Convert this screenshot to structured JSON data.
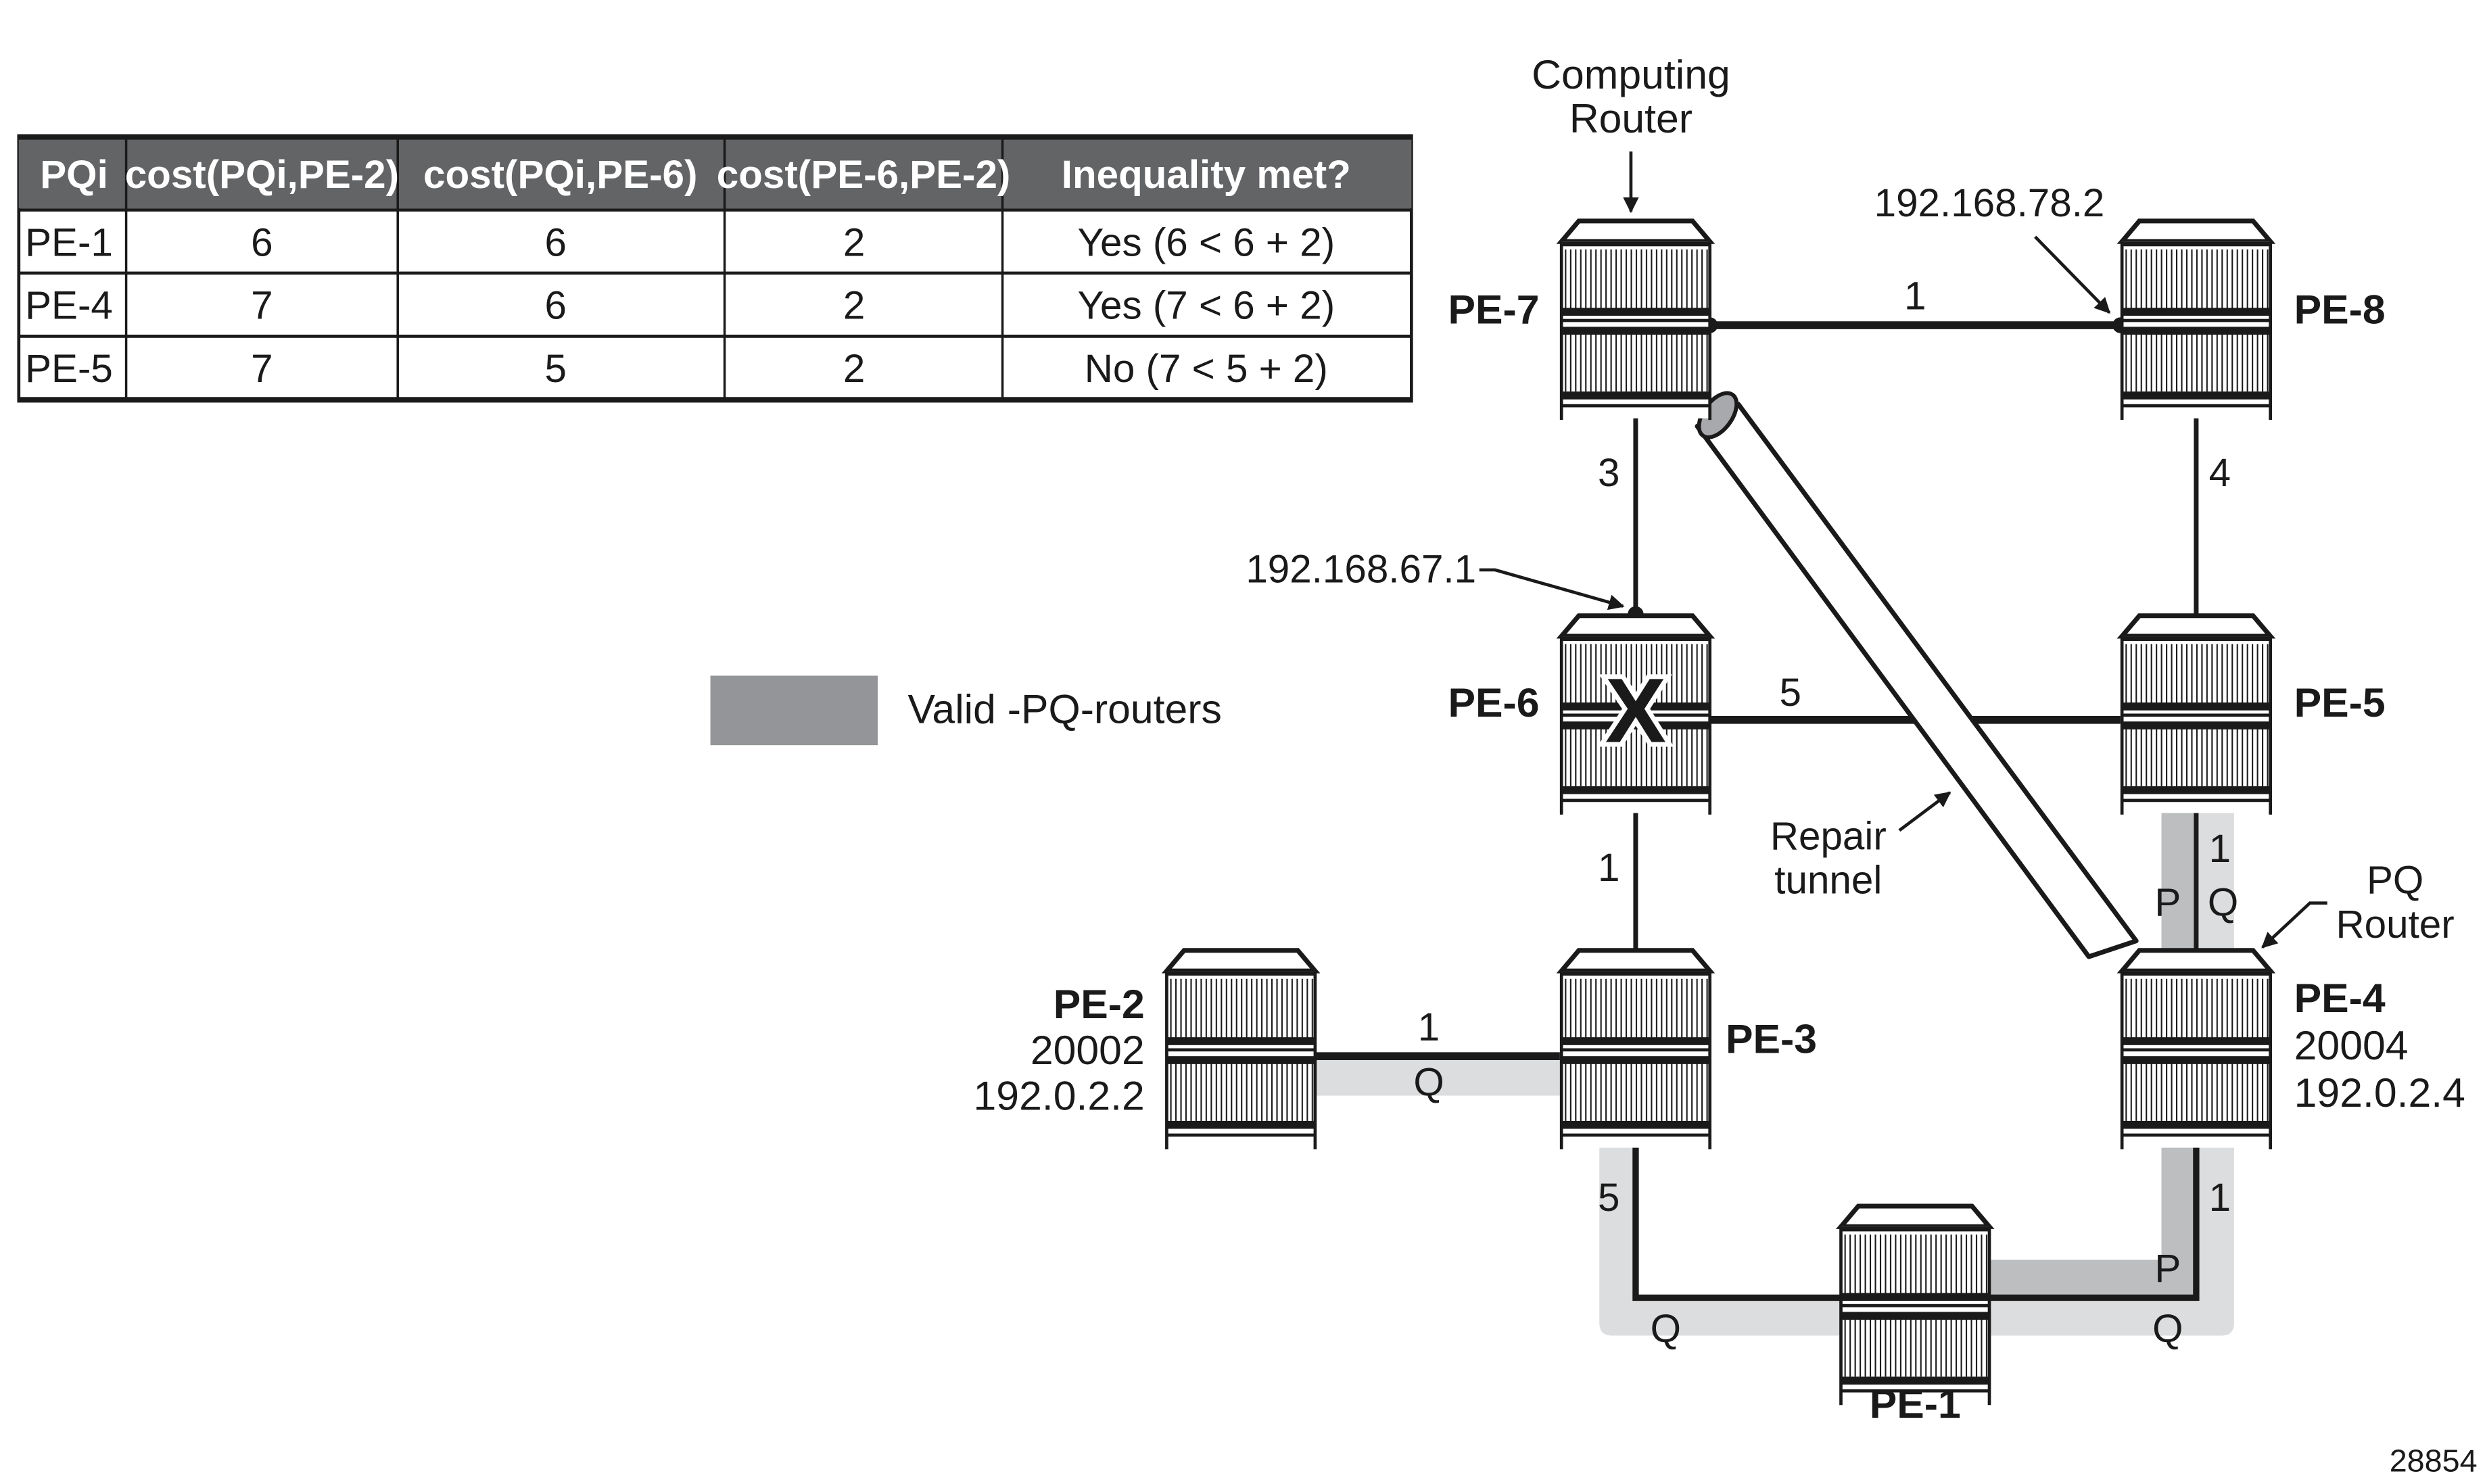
{
  "table": {
    "headers": [
      "PQi",
      "cost(PQi,PE-2)",
      "cost(PQi,PE-6)",
      "cost(PE-6,PE-2)",
      "Inequality met?"
    ],
    "rows": [
      [
        "PE-1",
        "6",
        "6",
        "2",
        "Yes (6 < 6 + 2)"
      ],
      [
        "PE-4",
        "7",
        "6",
        "2",
        "Yes (7 < 6 + 2)"
      ],
      [
        "PE-5",
        "7",
        "5",
        "2",
        "No (7 < 5 + 2)"
      ]
    ],
    "header_bg": "#636466"
  },
  "legend": {
    "label": "Valid -PQ-routers",
    "color": "#939598"
  },
  "routers": {
    "pe7": {
      "name": "PE-7"
    },
    "pe8": {
      "name": "PE-8"
    },
    "pe6": {
      "name": "PE-6",
      "failed_mark": "X"
    },
    "pe5": {
      "name": "PE-5"
    },
    "pe3": {
      "name": "PE-3"
    },
    "pe4": {
      "name": "PE-4",
      "sid": "20004",
      "ip": "192.0.2.4"
    },
    "pe2": {
      "name": "PE-2",
      "sid": "20002",
      "ip": "192.0.2.2"
    },
    "pe1": {
      "name": "PE-1"
    }
  },
  "links": {
    "pe7_pe8": "1",
    "pe7_pe6": "3",
    "pe8_pe5": "4",
    "pe6_pe5": "5",
    "pe6_pe3": "1",
    "pe5_pe4": "1",
    "pe2_pe3": "1",
    "pe3_pe1": "5",
    "pe4_pe1": "1"
  },
  "annotations": {
    "computing_router_line1": "Computing",
    "computing_router_line2": "Router",
    "ip_pe8": "192.168.78.2",
    "ip_pe6": "192.168.67.1",
    "repair_line1": "Repair",
    "repair_line2": "tunnel",
    "pq_router_line1": "PQ",
    "pq_router_line2": "Router",
    "p": "P",
    "q": "Q",
    "figure_id": "28854"
  },
  "colors": {
    "p_space": "#bcbec0",
    "q_space": "#dcddde",
    "line": "#1a1a1a"
  }
}
